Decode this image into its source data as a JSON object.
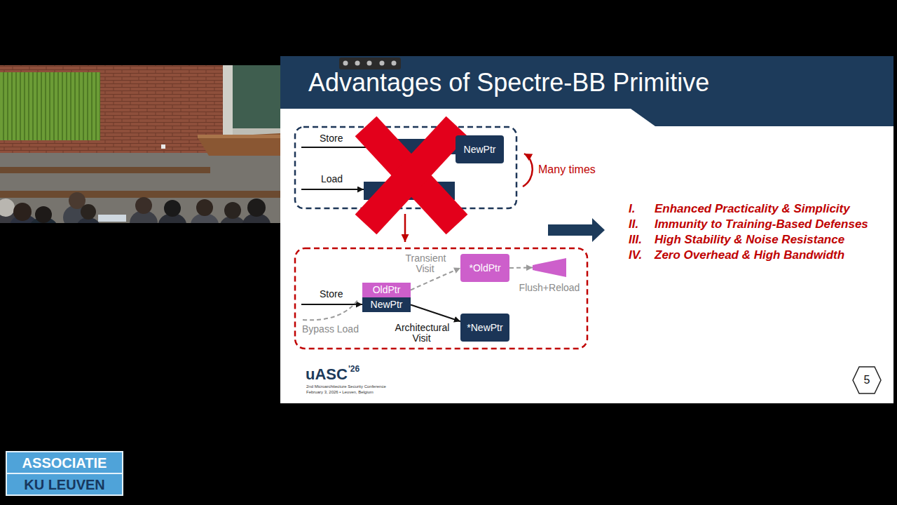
{
  "diagram": {
    "title": "Advantages of Spectre-BB Primitive",
    "nodes": [
      {
        "text": [
          "NewPtr"
        ]
      },
      {
        "text": [
          "OldPtr"
        ]
      },
      {
        "text": [
          "NewPtr"
        ]
      },
      {
        "text": [
          "*OldPtr"
        ]
      },
      {
        "text": [
          "*NewPtr"
        ]
      },
      {
        "text": [
          "Flush+Reload"
        ]
      },
      {
        "text": [
          "5"
        ]
      },
      {
        "text": [
          "ASSOCIATIE",
          "KU LEUVEN"
        ]
      }
    ],
    "edges": [
      {
        "from": 1,
        "to": 3,
        "label": "Transient Visit",
        "arrow": "to"
      },
      {
        "from": 3,
        "to": 5,
        "arrow": "to"
      },
      {
        "from": 2,
        "to": 4,
        "label": "Architectural Visit",
        "arrow": "to"
      }
    ],
    "labels": [
      "Store",
      "Load",
      "Many times",
      "Store",
      "Bypass Load",
      "I.",
      "Enhanced Practicality & Simplicity",
      "II.",
      "Immunity to Training-Based Defenses",
      "III.",
      "High Stability & Noise Resistance",
      "IV.",
      "Zero Overhead & High Bandwidth",
      "uASC",
      "'26",
      "2nd Microarchitecture Security Conference",
      "February 3, 2026 • Leuven, Belgium"
    ]
  }
}
